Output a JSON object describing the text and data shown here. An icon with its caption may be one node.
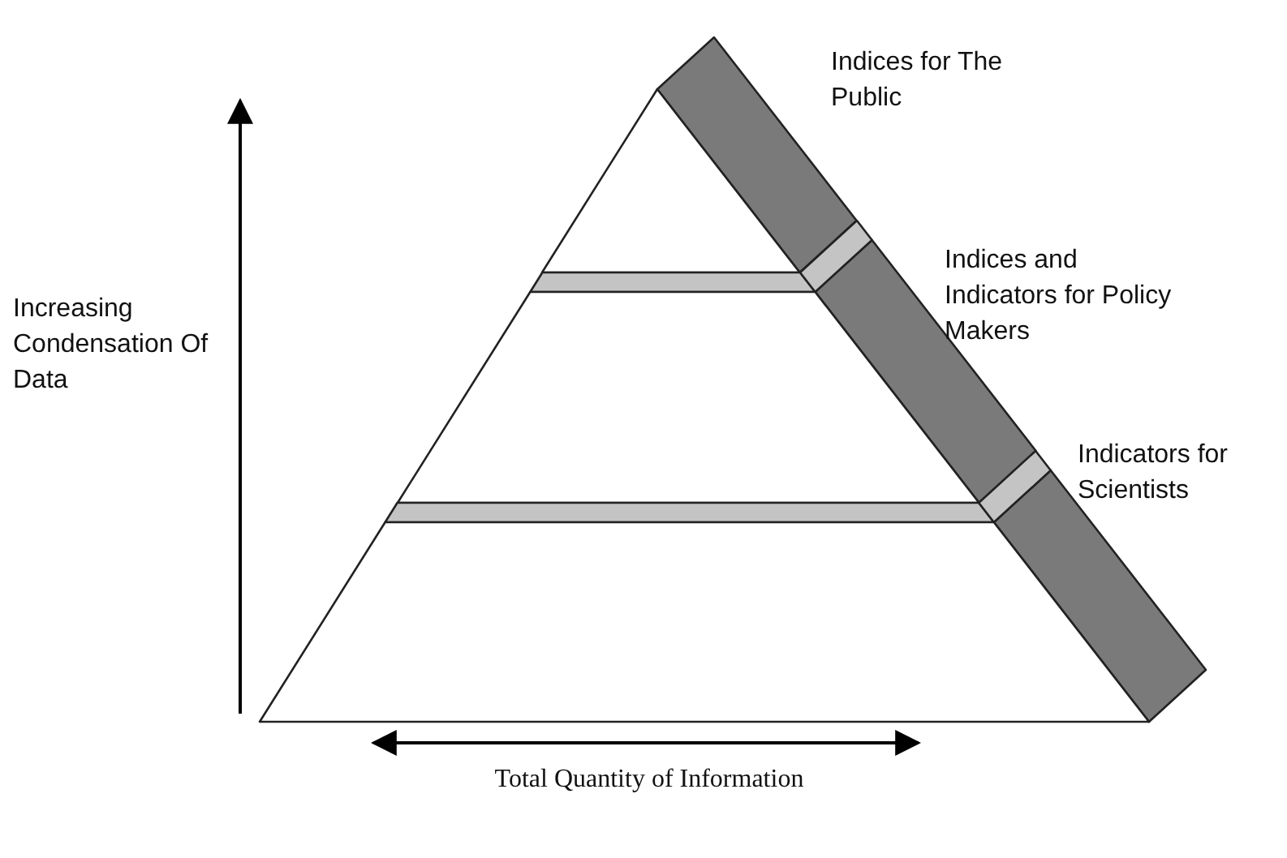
{
  "diagram": {
    "nodes": [
      {
        "text": [],
        "shape": "triangle",
        "beside": [
          "Indices for The Public"
        ]
      },
      {
        "text": [],
        "shape": "trapezoid",
        "beside": [
          "Indices and Indicators for Policy Makers"
        ]
      },
      {
        "text": [],
        "shape": "trapezoid",
        "beside": [
          "Indicators for Scientists"
        ]
      }
    ],
    "labels": [
      "Increasing Condensation Of Data",
      "Total Quantity of Information"
    ]
  }
}
